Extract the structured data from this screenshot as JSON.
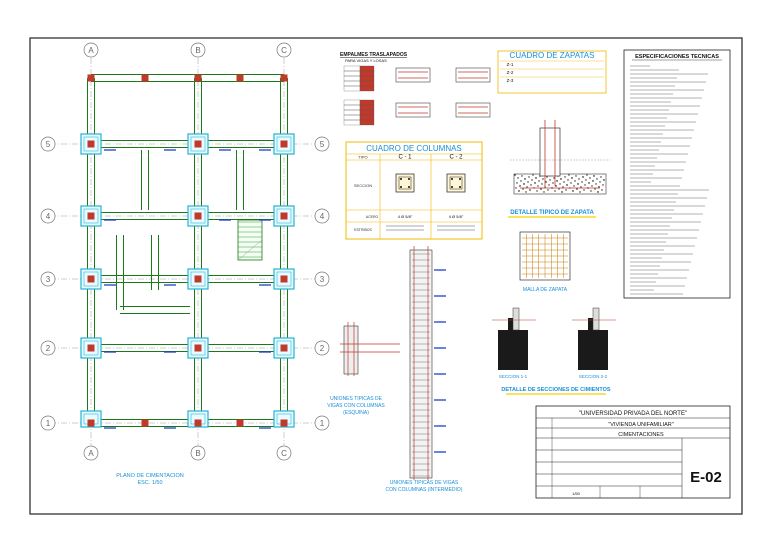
{
  "grid": {
    "columns": [
      "A",
      "B",
      "C"
    ],
    "rows": [
      "5",
      "4",
      "3",
      "2",
      "1"
    ]
  },
  "plan_title": {
    "line1": "PLANO DE CIMENTACION",
    "line2": "ESC. 1/50"
  },
  "unions": {
    "corner": [
      "UNIONES TIPICAS DE",
      "VIGAS CON COLUMNAS",
      "(ESQUINA)"
    ],
    "intermediate": [
      "UNIONES TIPICAS DE VIGAS",
      "CON COLUMNAS (INTERMEDIO)"
    ]
  },
  "traslape": {
    "title": "EMPALMES TRASLAPADOS",
    "subtitle": "PARA VIGAS Y LOSAS"
  },
  "zapatas_table": {
    "title": "CUADRO DE ZAPATAS",
    "rows": [
      "Z-1",
      "Z-2",
      "Z-3"
    ]
  },
  "columnas_table": {
    "title": "CUADRO DE COLUMNAS",
    "header_tipo": "TIPO",
    "columns": [
      "C - 1",
      "C - 2"
    ],
    "row_label_seccion": "SECCION",
    "row_label_acero": "ACERO",
    "row_label_estribos": "ESTRIBOS",
    "acero": [
      "4 Ø 5/8\"",
      "4 Ø 5/8\""
    ]
  },
  "detalle_zapata": "DETALLE TIPICO DE ZAPATA",
  "malla_zapata": "MALLA DE ZAPATA",
  "secciones": {
    "s1": "SECCION 1-1",
    "s2": "SECCION 2-2",
    "title": "DETALLE DE SECCIONES DE CIMIENTOS"
  },
  "specs": {
    "title": "ESPECIFICACIONES TECNICAS"
  },
  "title_block": {
    "university": "\"UNIVERSIDAD PRIVADA DEL NORTE\"",
    "project": "\"VIVIENDA UNIFAMILIAR\"",
    "plan": "CIMENTACIONES",
    "sheet": "E-02",
    "scale": "1/50"
  },
  "colors": {
    "line": "#333333",
    "column": "#c0392b",
    "beam": "#1a7a1a",
    "cyan": "#00a8d6",
    "footing": "#26b3d0",
    "annotation": "#1f3fcf",
    "title_text": "#1a8fd8",
    "yellow": "#f7d000",
    "axis": "#999999"
  }
}
